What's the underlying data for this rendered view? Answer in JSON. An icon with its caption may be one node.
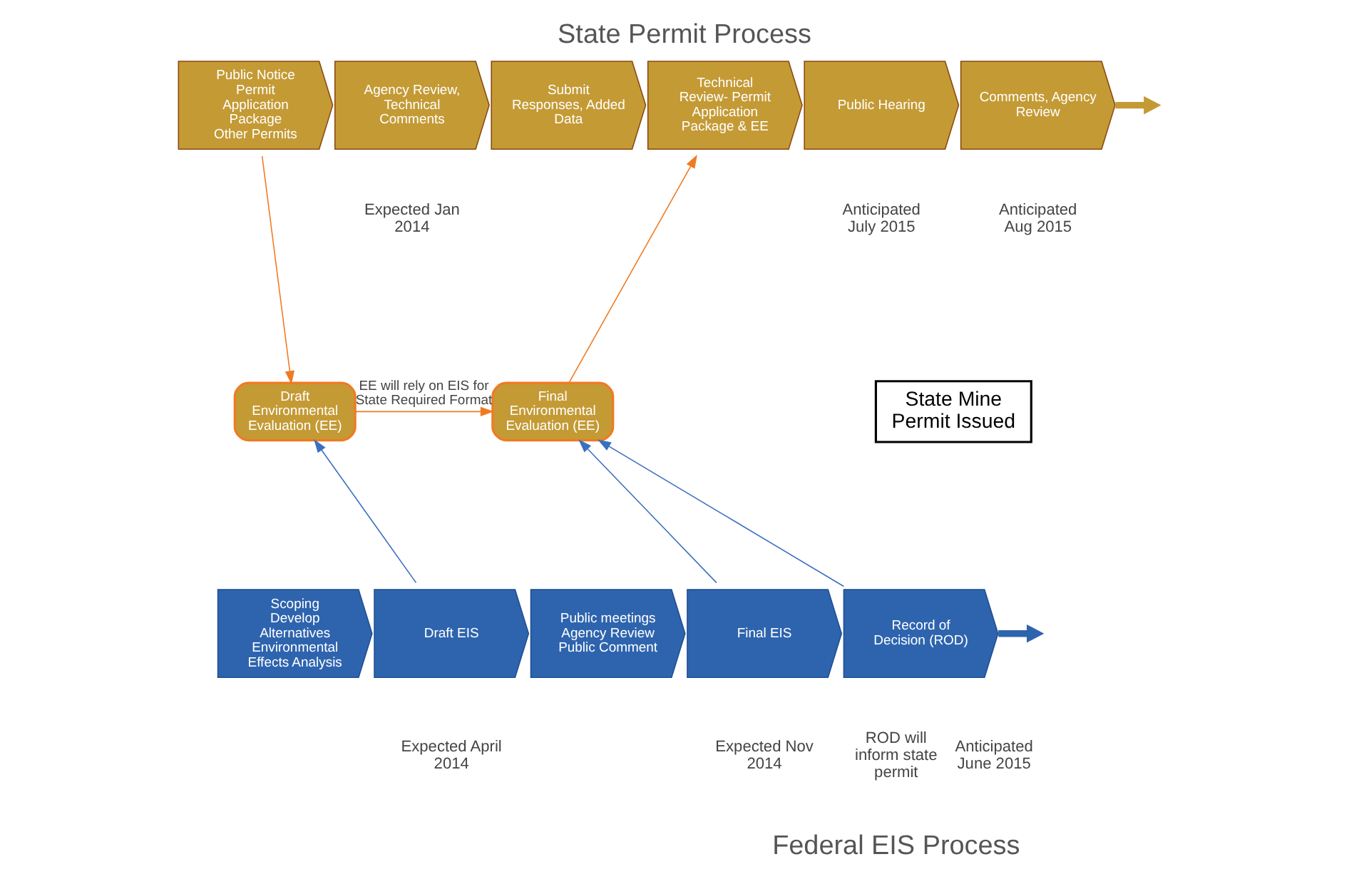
{
  "diagram": {
    "title": "State Permit Process",
    "caption": "Federal EIS Process",
    "nodes": [
      {
        "text": [
          "Public Notice",
          "Permit Application Package",
          "Other Permits"
        ]
      },
      {
        "text": [
          "Agency Review, Technical Comments"
        ]
      },
      {
        "text": [
          "Submit Responses, Added Data"
        ]
      },
      {
        "text": [
          "Technical Review- Permit Application Package & EE"
        ]
      },
      {
        "text": [
          "Public Hearing"
        ]
      },
      {
        "text": [
          "Comments, Agency Review"
        ]
      },
      {
        "text": [
          "Draft Environmental Evaluation (EE)"
        ]
      },
      {
        "text": [
          "Final Environmental Evaluation (EE)"
        ]
      },
      {
        "text": [
          "State Mine Permit Issued"
        ]
      },
      {
        "text": [
          "Scoping",
          "Develop Alternatives",
          "Environmental Effects Analysis"
        ]
      },
      {
        "text": [
          "Draft EIS"
        ]
      },
      {
        "text": [
          "Public meetings Agency Review Public Comment"
        ]
      },
      {
        "text": [
          "Final EIS"
        ]
      },
      {
        "text": [
          "Record of Decision (ROD)"
        ]
      }
    ],
    "edges": [
      {
        "from": 0,
        "to": 6,
        "arrow": "to",
        "color": "#f07a22"
      },
      {
        "from": 6,
        "to": 7,
        "arrow": "to",
        "label": "EE will rely on EIS for State Required Format",
        "color": "#f07a22"
      },
      {
        "from": 7,
        "to": 3,
        "arrow": "to",
        "color": "#f07a22"
      },
      {
        "from": 10,
        "to": 6,
        "arrow": "to",
        "color": "#3a70c0"
      },
      {
        "from": 12,
        "to": 7,
        "arrow": "to",
        "color": "#3a70c0"
      },
      {
        "from": 13,
        "to": 7,
        "arrow": "to",
        "color": "#3a70c0"
      },
      {
        "from": 5,
        "to": null,
        "arrow": "to",
        "style": "thick",
        "color": "#c49a35"
      },
      {
        "from": 13,
        "to": null,
        "arrow": "to",
        "style": "thick",
        "color": "#2e64ae"
      }
    ],
    "labels": [
      "Expected Jan 2014",
      "Anticipated July 2015",
      "Anticipated Aug 2015",
      "ROD will inform state permit",
      "Expected April 2014",
      "Expected Nov 2014",
      "Anticipated June 2015"
    ]
  }
}
